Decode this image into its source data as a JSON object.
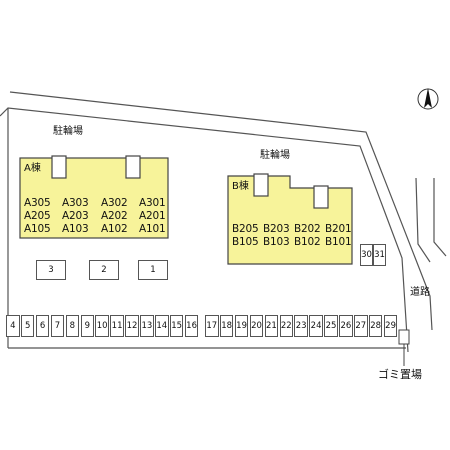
{
  "bike_parking_labels": [
    "駐輪場",
    "駐輪場"
  ],
  "building_a": {
    "name": "A棟",
    "units": [
      [
        "A305",
        "A303",
        "A302",
        "A301"
      ],
      [
        "A205",
        "A203",
        "A202",
        "A201"
      ],
      [
        "A105",
        "A103",
        "A102",
        "A101"
      ]
    ]
  },
  "building_b": {
    "name": "B棟",
    "units": [
      [
        "B205",
        "B203",
        "B202",
        "B201"
      ],
      [
        "B105",
        "B103",
        "B102",
        "B101"
      ]
    ]
  },
  "parking_lower_left": [
    "4",
    "5",
    "6",
    "7",
    "8",
    "9",
    "10",
    "11",
    "12",
    "13",
    "14",
    "15",
    "16"
  ],
  "parking_lower_right": [
    "17",
    "18",
    "19",
    "20",
    "21",
    "22",
    "23",
    "24",
    "25",
    "26",
    "27",
    "28",
    "29"
  ],
  "parking_upper_left": [
    "3",
    "2",
    "1"
  ],
  "parking_right": [
    "30",
    "31"
  ],
  "road_label": "道路",
  "garbage_label": "ゴミ置場",
  "icons": {
    "north_arrow": "north-arrow-icon"
  },
  "colors": {
    "building_fill": "#f7f39a",
    "building_stroke": "#444444",
    "line": "#555555"
  }
}
